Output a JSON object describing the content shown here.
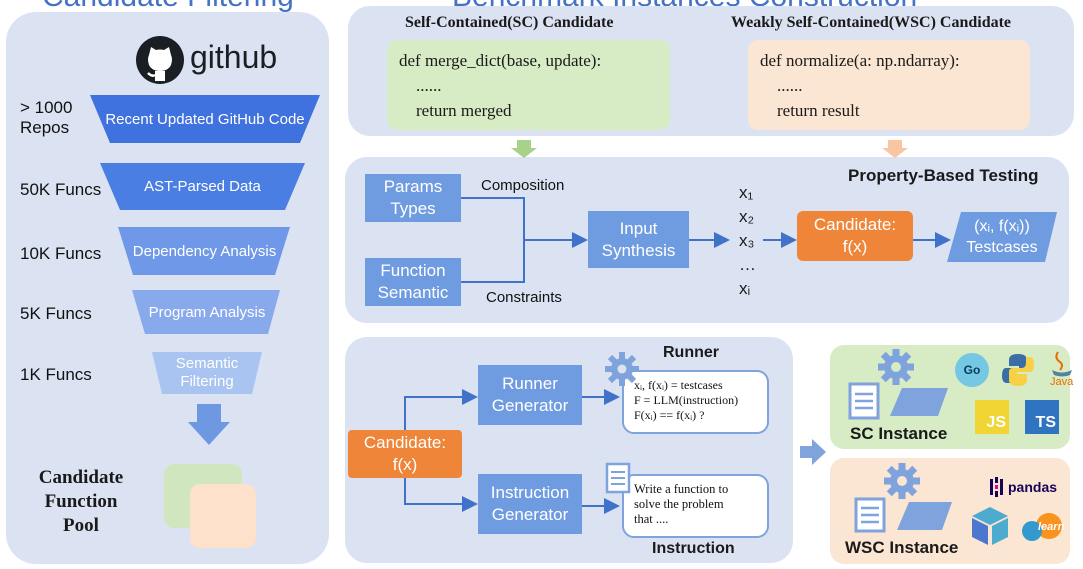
{
  "left_title": "Candidate Filtering",
  "top_title": "Benchmark Instances Construction",
  "github_label": "github",
  "funnel": [
    {
      "count": "> 1000\nRepos",
      "stage": "Recent Updated GitHub Code"
    },
    {
      "count": "50K Funcs",
      "stage": "AST-Parsed Data"
    },
    {
      "count": "10K Funcs",
      "stage": "Dependency Analysis"
    },
    {
      "count": "5K Funcs",
      "stage": "Program Analysis"
    },
    {
      "count": "1K Funcs",
      "stage": "Semantic\nFiltering"
    }
  ],
  "pool_label": "Candidate\nFunction\nPool",
  "sc": {
    "heading": "Self-Contained(SC) Candidate",
    "code": [
      "def merge_dict(base, update):",
      "    ......",
      "    return merged"
    ]
  },
  "wsc": {
    "heading": "Weakly Self-Contained(WSC) Candidate",
    "code": [
      "def normalize(a: np.ndarray):",
      "    ......",
      "    return result"
    ]
  },
  "pbt": {
    "title": "Property-Based Testing",
    "params": "Params\nTypes",
    "function": "Function\nSemantic",
    "composition": "Composition",
    "constraints": "Constraints",
    "input": "Input\nSynthesis",
    "xs": [
      "x₁",
      "x₂",
      "x₃",
      "…",
      "xᵢ"
    ],
    "candidate": "Candidate:\nf(x)",
    "testcases": "(xᵢ, f(xᵢ))\nTestcases"
  },
  "runner_section": {
    "candidate": "Candidate:\nf(x)",
    "runner_generator": "Runner\nGenerator",
    "instruction_generator": "Instruction\nGenerator",
    "runner_title": "Runner",
    "instruction_title": "Instruction",
    "runner_text": [
      "xᵢ, f(xᵢ) = testcases",
      "F = LLM(instruction)",
      "F(xᵢ) == f(xᵢ) ?"
    ],
    "instruction_text": [
      "Write a function to",
      "solve the problem",
      "that ...."
    ]
  },
  "sc_instance": {
    "label": "SC Instance",
    "logos": [
      "Go",
      "JS",
      "TS",
      "Java"
    ]
  },
  "wsc_instance": {
    "label": "WSC Instance",
    "logos": [
      "pandas",
      "learn"
    ]
  },
  "colors": {
    "panel": "#dbe3f3",
    "funnel_dark": "#3f72de",
    "funnel_light": "#a9c4f0",
    "box_blue": "#6f9be0",
    "orange": "#ee8539",
    "sc_green": "#d7ebc4",
    "wsc_peach": "#fbe5d3",
    "arrow": "#3f72c8"
  }
}
